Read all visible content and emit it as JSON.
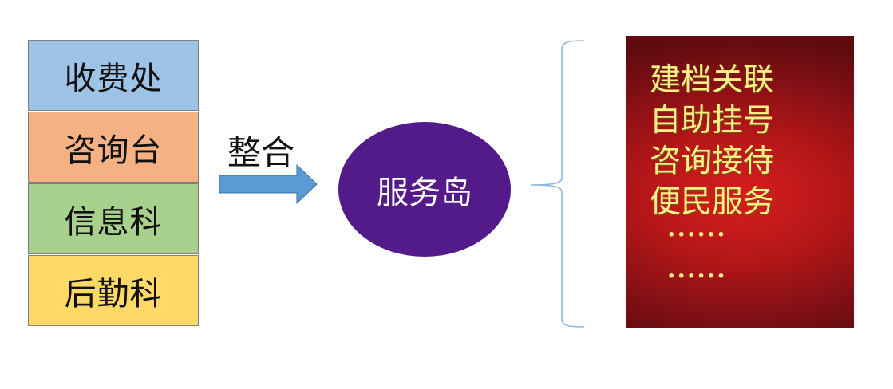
{
  "departments": [
    {
      "label": "收费处",
      "color": "#9dc3e6"
    },
    {
      "label": "咨询台",
      "color": "#f4b183"
    },
    {
      "label": "信息科",
      "color": "#a9d18e"
    },
    {
      "label": "后勤科",
      "color": "#ffd966"
    }
  ],
  "merge": {
    "label": "整合",
    "arrow_color": "#5b9bd5"
  },
  "hub": {
    "label": "服务岛",
    "color": "#531a8a"
  },
  "brace_color": "#8eb4e3",
  "services": {
    "items": [
      "建档关联",
      "自助挂号",
      "咨询接待",
      "便民服务"
    ],
    "ellipsis": [
      "······",
      "······"
    ],
    "text_color": "#ffee88"
  }
}
